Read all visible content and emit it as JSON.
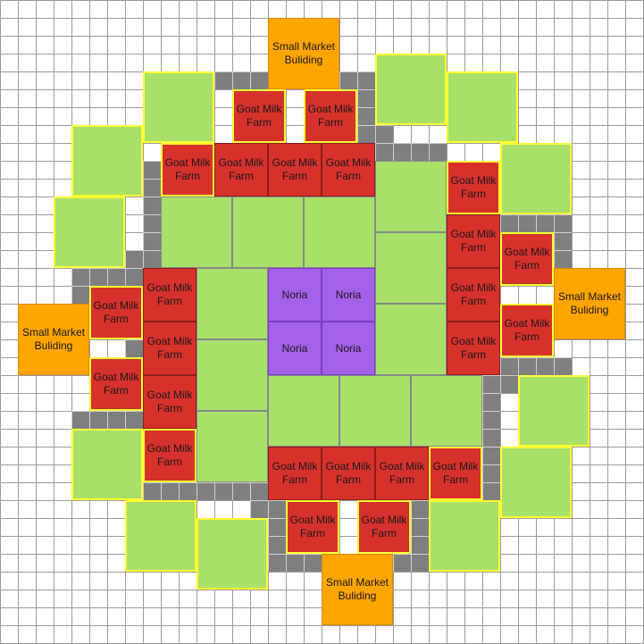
{
  "labels": {
    "farm": "Goat Milk Farm",
    "market": "Small Market Buliding",
    "noria": "Noria"
  },
  "colors": {
    "farm": "#d7312c",
    "grass": "#a8e06a",
    "market": "#ffa500",
    "noria": "#a460e8",
    "road": "#7f7f7f",
    "highlight": "#ffff33"
  }
}
